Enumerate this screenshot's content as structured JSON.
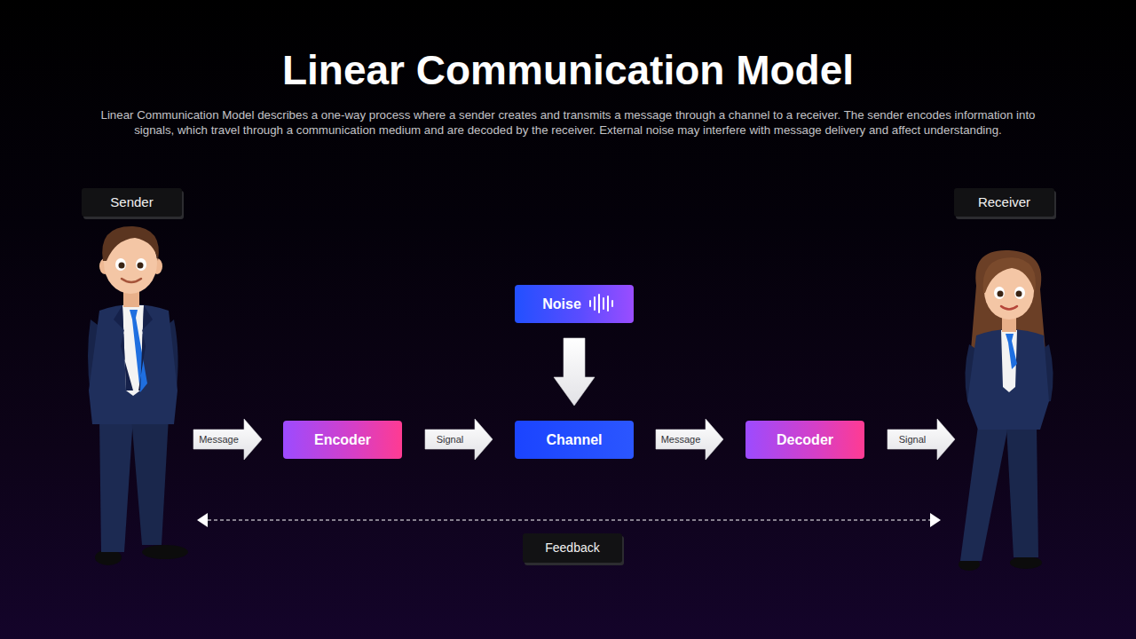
{
  "diagram": {
    "title": "Linear Communication Model",
    "caption": "Linear Communication Model describes a one-way process where a sender creates and transmits a message through a channel to a receiver. The sender encodes information into signals, which travel through a communication medium and are decoded by the receiver. External noise may interfere with message delivery and affect understanding.",
    "nodes": [
      {
        "text": [
          "Sender"
        ]
      },
      {
        "text": [
          "Receiver"
        ]
      },
      {
        "text": [
          "Noise"
        ]
      },
      {
        "text": [
          "Encoder"
        ]
      },
      {
        "text": [
          "Channel"
        ]
      },
      {
        "text": [
          "Decoder"
        ]
      },
      {
        "text": [
          "Feedback"
        ]
      }
    ],
    "edges": [
      {
        "from": 0,
        "to": 3,
        "label": "Message",
        "arrow": "to"
      },
      {
        "from": 3,
        "to": 4,
        "label": "Signal",
        "arrow": "to"
      },
      {
        "from": 4,
        "to": 5,
        "label": "Message",
        "arrow": "to"
      },
      {
        "from": 5,
        "to": 1,
        "label": "Signal",
        "arrow": "to"
      },
      {
        "from": 2,
        "to": 4,
        "arrow": "to"
      },
      {
        "from": 0,
        "to": 1,
        "arrow": "both"
      }
    ]
  }
}
